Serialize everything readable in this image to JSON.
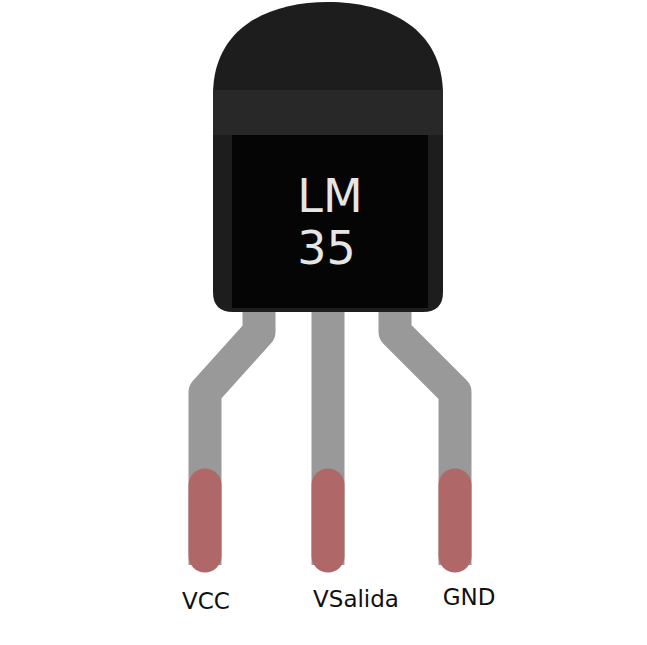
{
  "diagram": {
    "nodes": [
      {
        "text": [
          "LM 35"
        ]
      }
    ],
    "labels": [
      "VCC",
      "VSalida",
      "GND"
    ]
  }
}
